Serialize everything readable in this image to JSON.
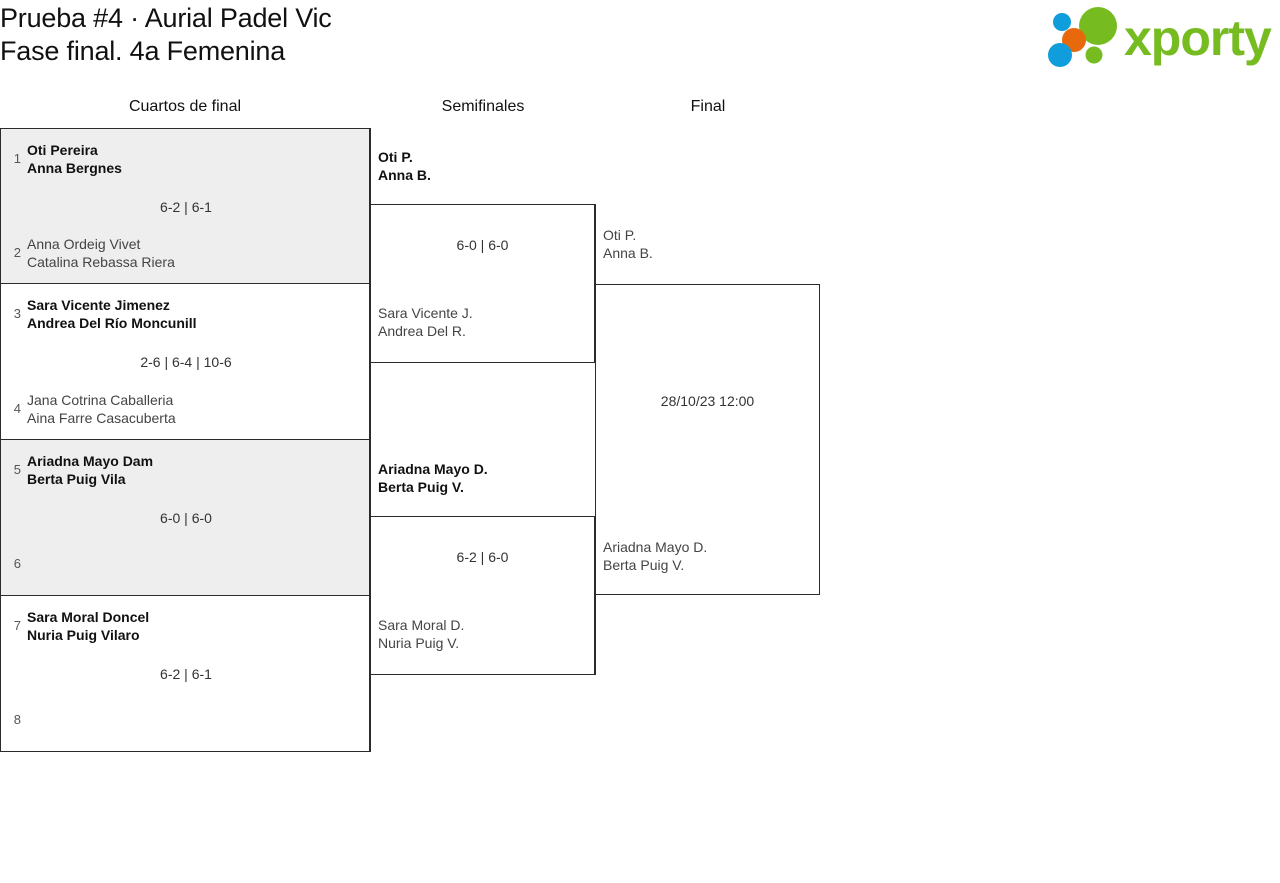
{
  "header": {
    "title_line1": "Prueba #4 · Aurial Padel Vic",
    "title_line2": "Fase final. 4a Femenina",
    "logo_text": "xporty",
    "logo_colors": {
      "green": "#76bc21",
      "blue": "#0f9ddb",
      "orange": "#e8690b"
    }
  },
  "rounds": [
    {
      "id": "quarterfinals",
      "label": "Cuartos de final"
    },
    {
      "id": "semifinals",
      "label": "Semifinales"
    },
    {
      "id": "final",
      "label": "Final"
    }
  ],
  "quarterfinals": [
    {
      "shaded": true,
      "score": "6-2 | 6-1",
      "top": {
        "seed": "1",
        "players": "Oti Pereira\nAnna Bergnes",
        "winner": true
      },
      "bottom": {
        "seed": "2",
        "players": "Anna Ordeig Vivet\nCatalina Rebassa Riera",
        "winner": false
      }
    },
    {
      "shaded": false,
      "score": "2-6 | 6-4 | 10-6",
      "top": {
        "seed": "3",
        "players": "Sara Vicente Jimenez\nAndrea Del Río Moncunill",
        "winner": true
      },
      "bottom": {
        "seed": "4",
        "players": "Jana Cotrina Caballeria\nAina Farre Casacuberta",
        "winner": false
      }
    },
    {
      "shaded": true,
      "score": "6-0 | 6-0",
      "top": {
        "seed": "5",
        "players": "Ariadna Mayo Dam\nBerta Puig Vila",
        "winner": true
      },
      "bottom": {
        "seed": "6",
        "players": "",
        "winner": false
      }
    },
    {
      "shaded": false,
      "score": "6-2 | 6-1",
      "top": {
        "seed": "7",
        "players": "Sara Moral Doncel\nNuria Puig Vilaro",
        "winner": true
      },
      "bottom": {
        "seed": "8",
        "players": "",
        "winner": false
      }
    }
  ],
  "semifinals": [
    {
      "score": "6-0 | 6-0",
      "top": {
        "players": "Oti P.\nAnna B.",
        "winner": true
      },
      "bottom": {
        "players": "Sara Vicente J.\nAndrea Del R.",
        "winner": false
      }
    },
    {
      "score": "6-2 | 6-0",
      "top": {
        "players": "Ariadna Mayo D.\nBerta Puig V.",
        "winner": true
      },
      "bottom": {
        "players": "Sara Moral D.\nNuria Puig V.",
        "winner": false
      }
    }
  ],
  "final": {
    "score": "28/10/23 12:00",
    "top": {
      "players": "Oti P.\nAnna B.",
      "winner": false
    },
    "bottom": {
      "players": "Ariadna Mayo D.\nBerta Puig V.",
      "winner": false
    }
  }
}
